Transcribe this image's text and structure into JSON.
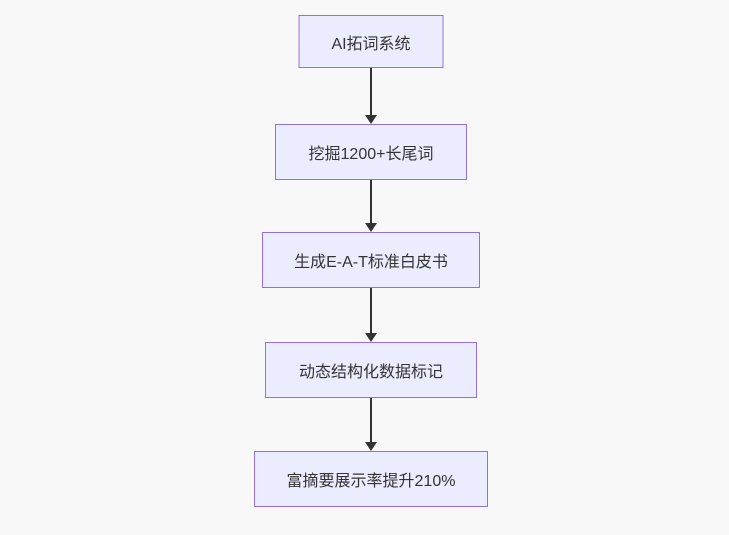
{
  "diagram": {
    "type": "flowchart",
    "direction": "top-down",
    "colors": {
      "background": "#f8f8f8",
      "node_fill": "#ECECFF",
      "node_border": "#9370DB",
      "node_text": "#333333",
      "arrow": "#333333"
    },
    "nodes": [
      {
        "id": "A",
        "label": "AI拓词系统"
      },
      {
        "id": "B",
        "label": "挖掘1200+长尾词"
      },
      {
        "id": "C",
        "label": "生成E-A-T标准白皮书"
      },
      {
        "id": "D",
        "label": "动态结构化数据标记"
      },
      {
        "id": "E",
        "label": "富摘要展示率提升210%"
      }
    ],
    "edges": [
      {
        "from": "A",
        "to": "B"
      },
      {
        "from": "B",
        "to": "C"
      },
      {
        "from": "C",
        "to": "D"
      },
      {
        "from": "D",
        "to": "E"
      }
    ]
  }
}
